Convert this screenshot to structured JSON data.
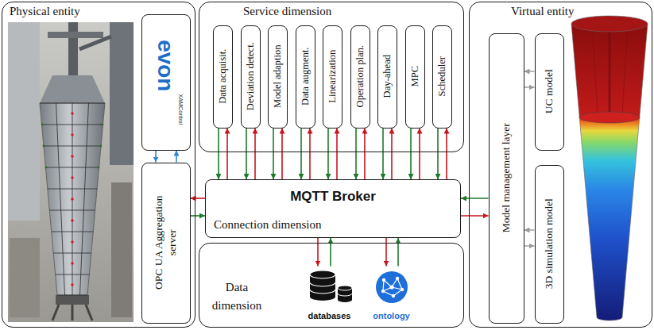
{
  "diagram": {
    "nodes": [
      {
        "text": [
          "Physical entity"
        ]
      },
      {
        "text": [
          "evon",
          "XAMControl"
        ],
        "in": 0
      },
      {
        "text": [
          "OPC UA Aggregation server"
        ],
        "in": 0
      },
      {
        "text": [
          "Service dimension"
        ]
      },
      {
        "text": [
          "Data acquisit."
        ],
        "in": 3
      },
      {
        "text": [
          "Deviation detect."
        ],
        "in": 3
      },
      {
        "text": [
          "Model adaption"
        ],
        "in": 3
      },
      {
        "text": [
          "Data augment."
        ],
        "in": 3
      },
      {
        "text": [
          "Linearization"
        ],
        "in": 3
      },
      {
        "text": [
          "Operation plan."
        ],
        "in": 3
      },
      {
        "text": [
          "Day-ahead"
        ],
        "in": 3
      },
      {
        "text": [
          "MPC"
        ],
        "in": 3
      },
      {
        "text": [
          "Scheduler"
        ],
        "in": 3
      },
      {
        "text": [
          "MQTT Broker",
          "Connection dimension"
        ]
      },
      {
        "text": [
          "Data dimension"
        ]
      },
      {
        "text": [
          "databases"
        ],
        "in": 14
      },
      {
        "text": [
          "ontology"
        ],
        "in": 14
      },
      {
        "text": [
          "Virtual entity"
        ]
      },
      {
        "text": [
          "Model management layer"
        ],
        "in": 17
      },
      {
        "text": [
          "UC model"
        ],
        "in": 17
      },
      {
        "text": [
          "3D simulation model"
        ],
        "in": 17
      }
    ],
    "edges": [
      {
        "from": 1,
        "to": 2,
        "arrow": "to"
      },
      {
        "from": 2,
        "to": 1,
        "arrow": "to"
      },
      {
        "from": 13,
        "to": 2,
        "arrow": "to"
      },
      {
        "from": 2,
        "to": 13,
        "arrow": "to"
      },
      {
        "from": 13,
        "to": 4,
        "arrow": "to"
      },
      {
        "from": 4,
        "to": 13,
        "arrow": "to"
      },
      {
        "from": 13,
        "to": 5,
        "arrow": "to"
      },
      {
        "from": 5,
        "to": 13,
        "arrow": "to"
      },
      {
        "from": 13,
        "to": 6,
        "arrow": "to"
      },
      {
        "from": 6,
        "to": 13,
        "arrow": "to"
      },
      {
        "from": 13,
        "to": 7,
        "arrow": "to"
      },
      {
        "from": 7,
        "to": 13,
        "arrow": "to"
      },
      {
        "from": 13,
        "to": 8,
        "arrow": "to"
      },
      {
        "from": 8,
        "to": 13,
        "arrow": "to"
      },
      {
        "from": 13,
        "to": 9,
        "arrow": "to"
      },
      {
        "from": 9,
        "to": 13,
        "arrow": "to"
      },
      {
        "from": 13,
        "to": 10,
        "arrow": "to"
      },
      {
        "from": 10,
        "to": 13,
        "arrow": "to"
      },
      {
        "from": 13,
        "to": 11,
        "arrow": "to"
      },
      {
        "from": 11,
        "to": 13,
        "arrow": "to"
      },
      {
        "from": 13,
        "to": 12,
        "arrow": "to"
      },
      {
        "from": 12,
        "to": 13,
        "arrow": "to"
      },
      {
        "from": 13,
        "to": 15,
        "arrow": "to"
      },
      {
        "from": 15,
        "to": 13,
        "arrow": "to"
      },
      {
        "from": 13,
        "to": 16,
        "arrow": "to"
      },
      {
        "from": 16,
        "to": 13,
        "arrow": "to"
      },
      {
        "from": 13,
        "to": 18,
        "arrow": "to"
      },
      {
        "from": 18,
        "to": 13,
        "arrow": "to"
      },
      {
        "from": 19,
        "to": 18,
        "arrow": "to"
      },
      {
        "from": 18,
        "to": 19,
        "arrow": "to"
      },
      {
        "from": 20,
        "to": 18,
        "arrow": "to"
      },
      {
        "from": 18,
        "to": 20,
        "arrow": "to"
      }
    ]
  }
}
